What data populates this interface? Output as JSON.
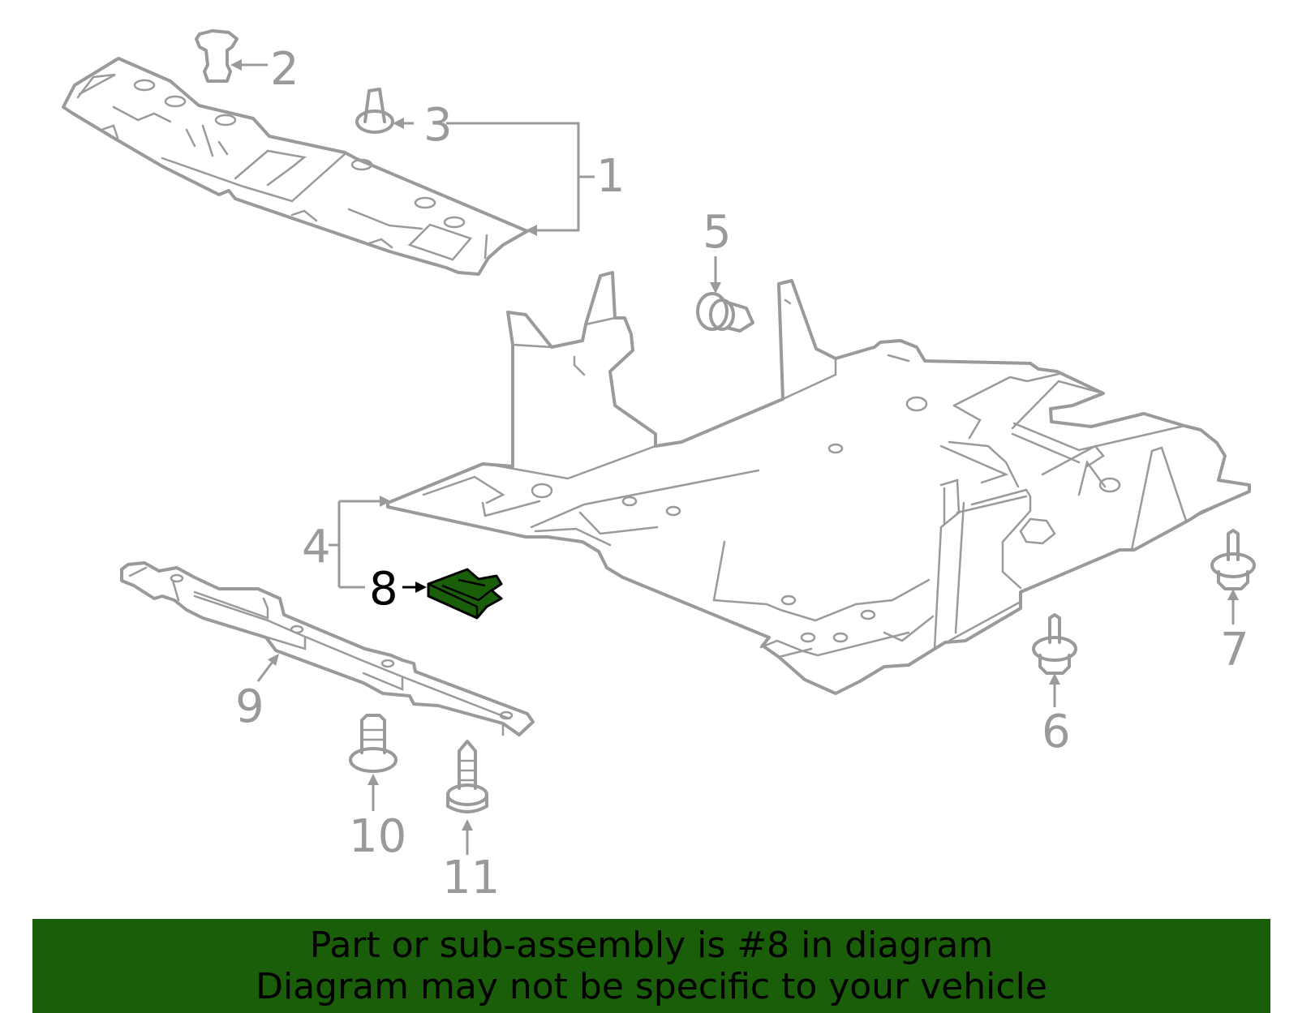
{
  "diagram": {
    "highlighted_part": "8",
    "callouts": [
      "1",
      "2",
      "3",
      "4",
      "5",
      "6",
      "7",
      "8",
      "9",
      "10",
      "11"
    ]
  },
  "banner": {
    "line1": "Part or sub-assembly is #8 in diagram",
    "line2": "Diagram may not be specific to your vehicle"
  },
  "colors": {
    "highlight": "#1a5e0a",
    "part_stroke": "#9a9a9a",
    "banner_bg": "#1a5e0a"
  }
}
